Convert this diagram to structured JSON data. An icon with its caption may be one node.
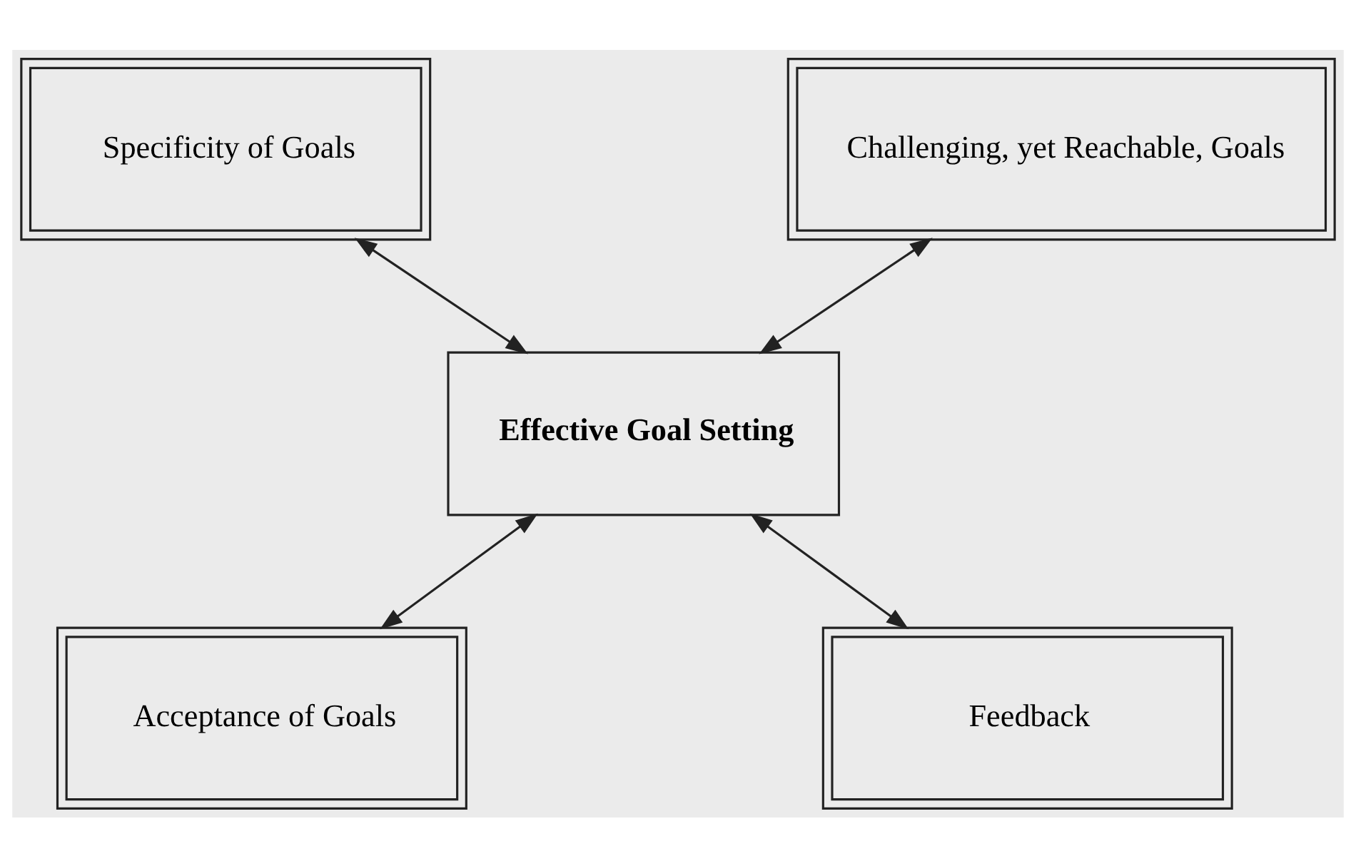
{
  "diagram": {
    "nodes": [
      {
        "text": [
          "Effective Goal Setting"
        ]
      },
      {
        "text": [
          "Specificity of Goals"
        ]
      },
      {
        "text": [
          "Challenging, yet Reachable, Goals"
        ]
      },
      {
        "text": [
          "Acceptance of Goals"
        ]
      },
      {
        "text": [
          "Feedback"
        ]
      }
    ],
    "edges": [
      {
        "from": 1,
        "to": 0,
        "arrow": "both"
      },
      {
        "from": 2,
        "to": 0,
        "arrow": "both"
      },
      {
        "from": 0,
        "to": 3,
        "arrow": "both"
      },
      {
        "from": 0,
        "to": 4,
        "arrow": "both"
      }
    ]
  }
}
